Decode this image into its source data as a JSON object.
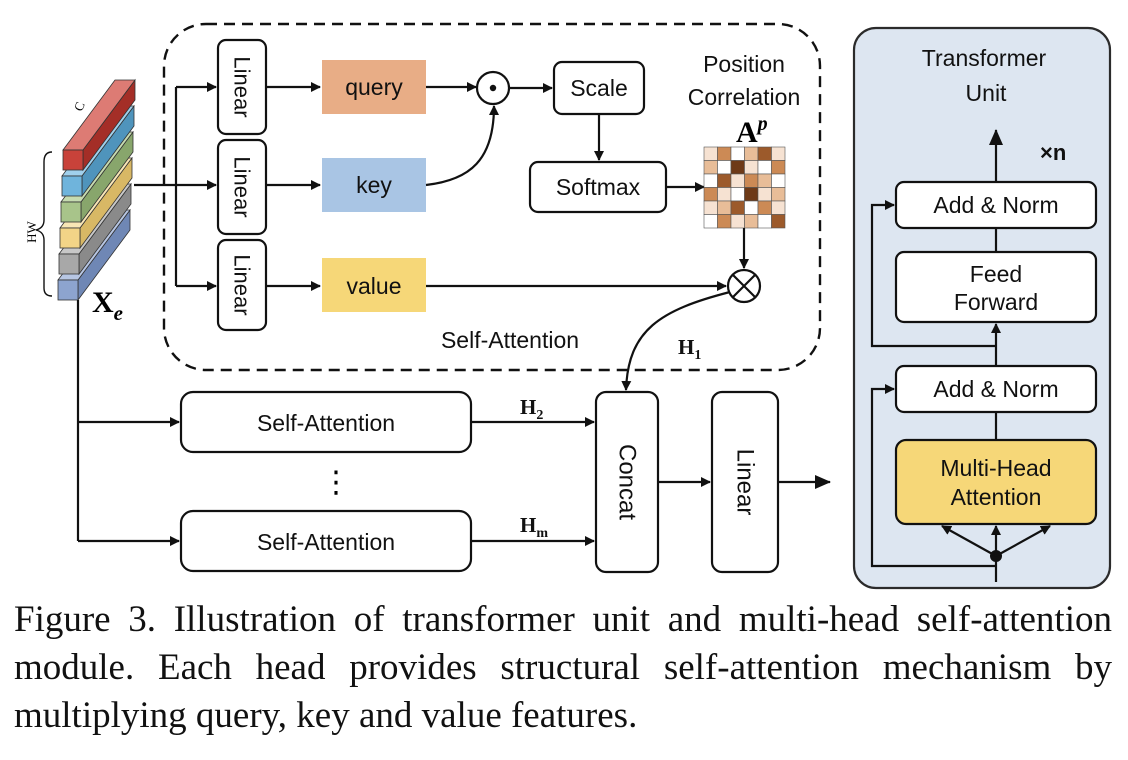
{
  "colors": {
    "query": "#e8ad86",
    "key": "#a9c5e4",
    "value": "#f6d778",
    "multihead": "#f6d778",
    "transformer_bg": "#dde6f1",
    "transformer_border": "#2b2b2b",
    "heatmap": [
      "#ffffff",
      "#f6e2d2",
      "#e8bd98",
      "#cc8a55",
      "#9c5a2b",
      "#6e3a18"
    ]
  },
  "input": {
    "tensor_label_main": "X",
    "tensor_label_sub": "e",
    "hw_label": "HW",
    "c_label": "C"
  },
  "self_attention": {
    "title": "Self-Attention",
    "linear_labels": [
      "Linear",
      "Linear",
      "Linear"
    ],
    "query": "query",
    "key": "key",
    "value": "value",
    "dot_symbol": "⊙",
    "mult_symbol": "⊗",
    "scale": "Scale",
    "softmax": "Softmax",
    "position_line1": "Position",
    "position_line2": "Correlation",
    "ap_main": "A",
    "ap_sup": "p",
    "heatmap_levels": [
      [
        1,
        3,
        0,
        2,
        4,
        1
      ],
      [
        2,
        0,
        5,
        1,
        0,
        3
      ],
      [
        0,
        4,
        1,
        3,
        2,
        0
      ],
      [
        3,
        1,
        0,
        5,
        1,
        2
      ],
      [
        1,
        2,
        4,
        0,
        3,
        1
      ],
      [
        0,
        3,
        1,
        2,
        0,
        4
      ]
    ]
  },
  "heads": {
    "h1_main": "H",
    "h1_sub": "1",
    "h2_main": "H",
    "h2_sub": "2",
    "hm_main": "H",
    "hm_sub": "m",
    "block_label_1": "Self-Attention",
    "block_label_2": "Self-Attention",
    "dots": "⋮",
    "concat": "Concat",
    "linear": "Linear"
  },
  "transformer": {
    "title_line1": "Transformer",
    "title_line2": "Unit",
    "repeat": "×n",
    "add_norm_top": "Add & Norm",
    "feed_line1": "Feed",
    "feed_line2": "Forward",
    "add_norm_bottom": "Add & Norm",
    "mha_line1": "Multi-Head",
    "mha_line2": "Attention"
  },
  "caption": "Figure 3. Illustration of transformer unit and multi-head self-attention module.  Each head provides structural self-attention mechanism by multiplying query, key and value features."
}
